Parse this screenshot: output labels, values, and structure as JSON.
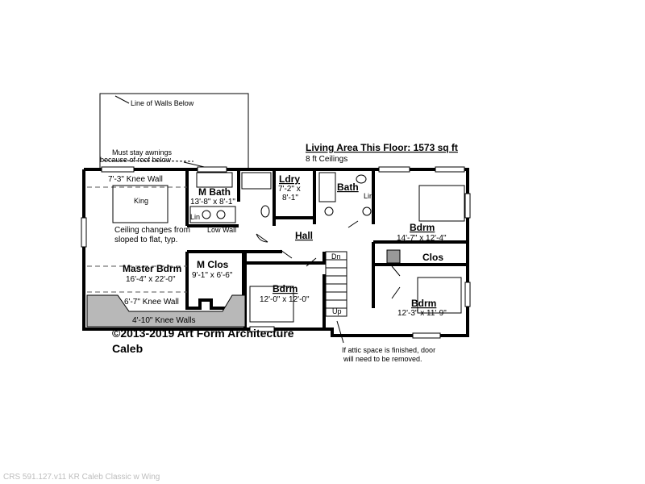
{
  "plan": {
    "header_title": "Living Area This Floor: 1573 sq ft",
    "header_subtitle": "8 ft Ceilings",
    "copyright": "©2013-2019 Art Form Architecture",
    "plan_name": "Caleb",
    "footer_caption": "CRS 591.127.v11 KR Caleb Classic w Wing",
    "rooms": {
      "master_bedroom": {
        "name": "Master Bdrm",
        "dims": "16'-4\" x 22'-0\""
      },
      "master_bath": {
        "name": "M Bath",
        "dims": "13'-8\" x 8'-1\""
      },
      "master_closet": {
        "name": "M Clos",
        "dims": "9'-1\" x 6'-6\""
      },
      "laundry": {
        "name": "Ldry",
        "dims_line1": "7'-2\" x",
        "dims_line2": "8'-1\""
      },
      "bath": {
        "name": "Bath"
      },
      "hall": {
        "name": "Hall"
      },
      "bedroom_center": {
        "name": "Bdrm",
        "dims": "12'-0\" x 12'-0\""
      },
      "bedroom_upper_right": {
        "name": "Bdrm",
        "dims": "14'-7\" x 12'-4\""
      },
      "bedroom_lower_right": {
        "name": "Bdrm",
        "dims": "12'-3\" x 11'-9\""
      },
      "closet": {
        "name": "Clos"
      }
    },
    "annotations": {
      "line_of_walls_below": "Line of Walls Below",
      "awnings_line1": "Must stay awnings",
      "awnings_line2": "because of roof below",
      "knee_wall_top": "7'-3\" Knee Wall",
      "ceiling_line1": "Ceiling changes from",
      "ceiling_line2": "sloped to flat, typ.",
      "low_wall": "Low Wall",
      "knee_wall_middle": "6'-7\" Knee Wall",
      "knee_walls_bottom": "4'-10\" Knee Walls",
      "attic_line1": "If attic space is finished, door",
      "attic_line2": "will need to be removed.",
      "king": "King",
      "linen": "Lin",
      "stair_down": "Dn",
      "stair_up": "Up"
    }
  }
}
